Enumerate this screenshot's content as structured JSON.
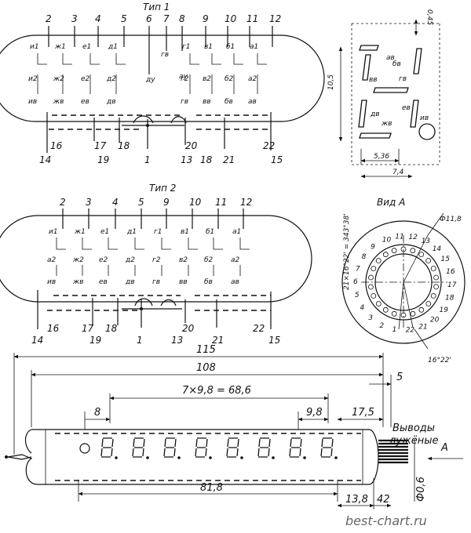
{
  "type1": {
    "title": "Тип 1",
    "top_pins": [
      "2",
      "3",
      "4",
      "5",
      "6",
      "7",
      "8",
      "9",
      "10",
      "11",
      "12"
    ],
    "row1_labels": [
      "и1",
      "ж1",
      "е1",
      "д1",
      "г1",
      "в1",
      "б1",
      "а1"
    ],
    "dot_labels": [
      "гв",
      "ау",
      "ду"
    ],
    "row2_labels": [
      "и2",
      "ж2",
      "е2",
      "д2",
      "г2",
      "в2",
      "б2",
      "а2"
    ],
    "row3_labels": [
      "ив",
      "жв",
      "ев",
      "дв",
      "гв",
      "вв",
      "бв",
      "ав"
    ],
    "bottom_pins_a": [
      "16",
      "17",
      "18",
      "20",
      "22"
    ],
    "bottom_pins_b": [
      "14",
      "19",
      "1",
      "13",
      "18",
      "21",
      "15"
    ]
  },
  "type2": {
    "title": "Тип 2",
    "top_pins": [
      "2",
      "3",
      "4",
      "5",
      "9",
      "10",
      "11",
      "12"
    ],
    "row1_labels": [
      "и1",
      "ж1",
      "е1",
      "д1",
      "г1",
      "в1",
      "б1",
      "а1"
    ],
    "row2_labels": [
      "а2",
      "ж2",
      "е2",
      "д2",
      "г2",
      "в2",
      "б2",
      "а2"
    ],
    "row3_labels": [
      "ив",
      "жв",
      "ев",
      "дв",
      "гв",
      "вв",
      "бв",
      "ав"
    ],
    "bottom_pins_a": [
      "16",
      "17",
      "18",
      "20",
      "22"
    ],
    "bottom_pins_b": [
      "14",
      "19",
      "1",
      "13",
      "21",
      "15"
    ]
  },
  "segment_detail": {
    "dims": [
      "0,45",
      "10,5",
      "5,36",
      "7,4"
    ],
    "labels": [
      "ав",
      "бв",
      "ев",
      "гв",
      "дв",
      "вв",
      "жв",
      "ив"
    ]
  },
  "view_a": {
    "title": "Вид А",
    "diameter": "Ф11,8",
    "angle_total": "21×16°22' = 343°38'",
    "angle_step": "16°22'",
    "ring_numbers": [
      "1",
      "2",
      "3",
      "4",
      "5",
      "6",
      "7",
      "8",
      "9",
      "10",
      "11",
      "12",
      "13",
      "14",
      "15",
      "16",
      "17",
      "18",
      "19",
      "20",
      "21",
      "22"
    ]
  },
  "bottom": {
    "dims": [
      "115",
      "108",
      "5",
      "7×9,8 = 68,6",
      "8",
      "9,8",
      "17,5",
      "81,8",
      "13,8",
      "42",
      "Ф0,6"
    ],
    "leads_label_1": "Выводы",
    "leads_label_2": "лужёные",
    "view_arrow": "A"
  },
  "watermark": "best-chart.ru"
}
